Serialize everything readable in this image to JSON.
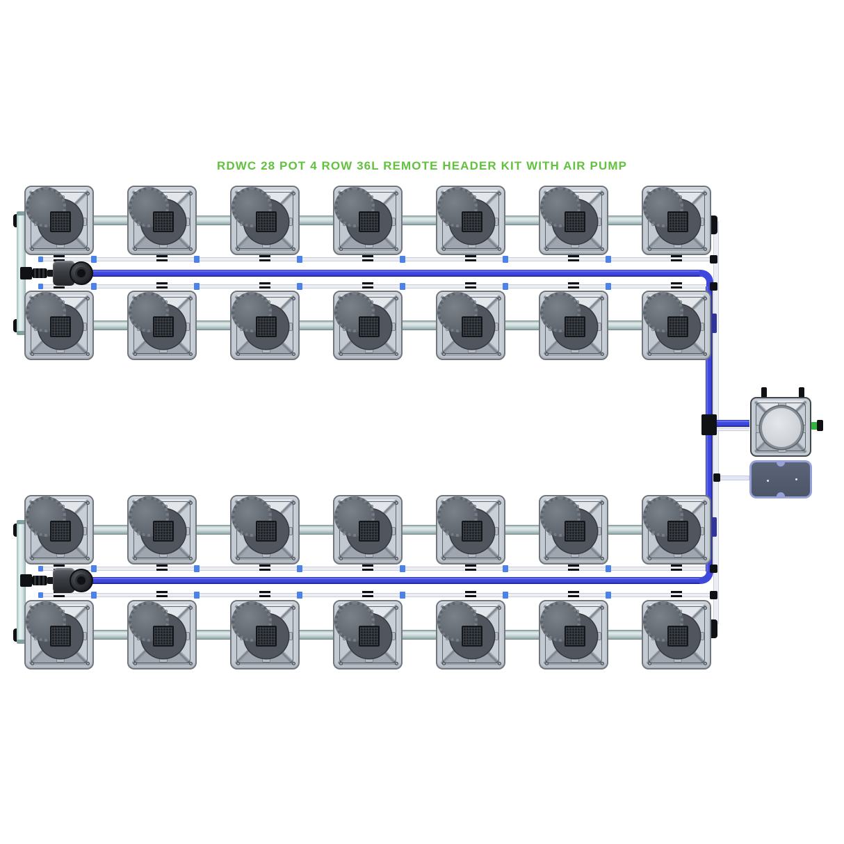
{
  "title": {
    "text": "RDWC 28 POT 4 ROW 36L REMOTE HEADER KIT WITH AIR PUMP"
  },
  "system": {
    "pot_count": 28,
    "row_count": 4,
    "pots_per_row": 7,
    "sections": 2,
    "pot_volume_label": "36L",
    "components": {
      "pot": "square-pot",
      "header_tank": "remote-header-tank",
      "air_pump": "air-pump",
      "water_pump": "inline-water-pump",
      "feed_line": "blue-feed-line",
      "return_line": "white-return-line",
      "interconnect": "grey-pot-interconnect-pipe"
    }
  },
  "colors": {
    "background": "#ffffff",
    "title_green": "#62c13e",
    "feed_blue": "#3f48dd",
    "feed_blue_dark": "#2b31b5",
    "connector_blue": "#4b82ea",
    "pipe_white": "#eceef3",
    "pipe_white_border": "#c9cedb",
    "pot_body": "#c6ccd4",
    "pot_border": "#70767e",
    "lid_dark": "#51565e",
    "mesh_dark": "#202327",
    "black": "#101114",
    "air_pump_body": "#4d5568",
    "air_pump_edge": "#96a1d8",
    "green_fitting": "#2db83d"
  }
}
